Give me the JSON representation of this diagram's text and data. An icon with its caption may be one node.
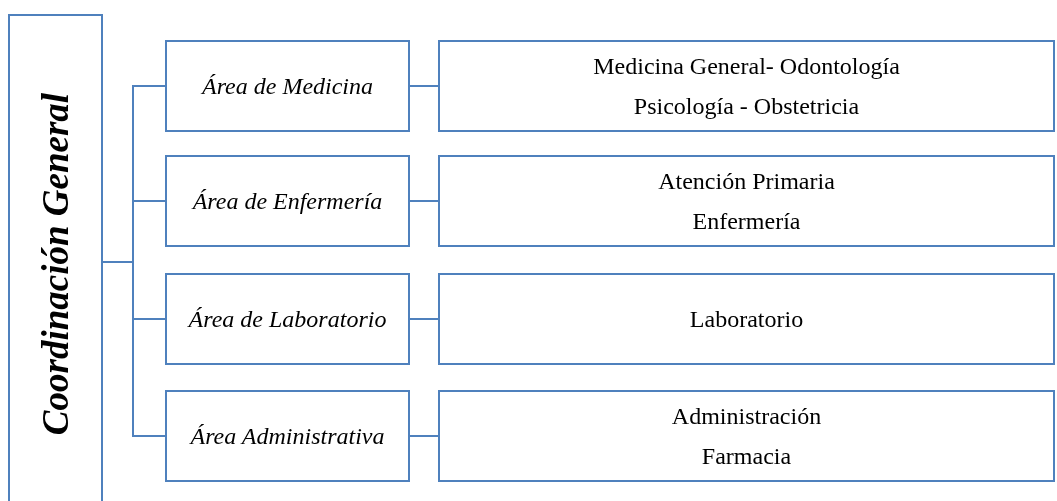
{
  "diagram": {
    "nodes": [
      {
        "text": [
          "Coordinación General"
        ]
      },
      {
        "text": [
          "Área de Medicina"
        ]
      },
      {
        "text": [
          "Medicina General- Odontología",
          "Psicología - Obstetricia"
        ]
      },
      {
        "text": [
          "Área de Enfermería"
        ]
      },
      {
        "text": [
          "Atención Primaria",
          "Enfermería"
        ]
      },
      {
        "text": [
          "Área de Laboratorio"
        ]
      },
      {
        "text": [
          "Laboratorio"
        ]
      },
      {
        "text": [
          "Área Administrativa"
        ]
      },
      {
        "text": [
          "Administración",
          "Farmacia"
        ]
      }
    ],
    "edges": [
      {
        "from": 0,
        "to": 1,
        "arrow": "none"
      },
      {
        "from": 0,
        "to": 3,
        "arrow": "none"
      },
      {
        "from": 0,
        "to": 5,
        "arrow": "none"
      },
      {
        "from": 0,
        "to": 7,
        "arrow": "none"
      },
      {
        "from": 1,
        "to": 2,
        "arrow": "none"
      },
      {
        "from": 3,
        "to": 4,
        "arrow": "none"
      },
      {
        "from": 5,
        "to": 6,
        "arrow": "none"
      },
      {
        "from": 7,
        "to": 8,
        "arrow": "none"
      }
    ]
  }
}
